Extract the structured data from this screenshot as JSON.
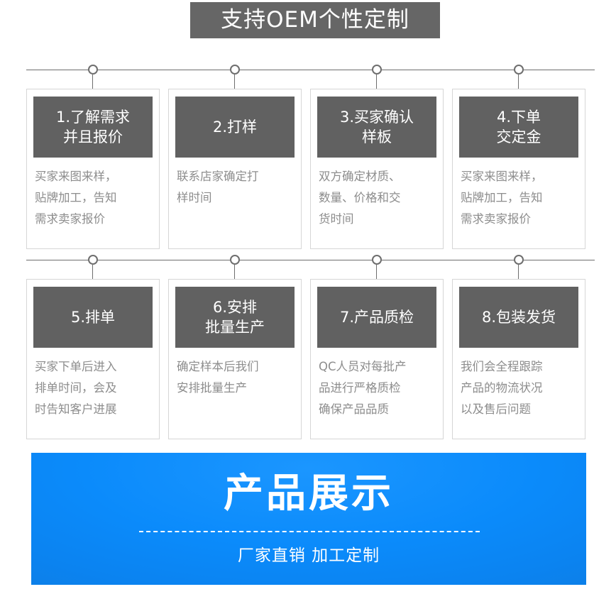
{
  "header": {
    "banner_title": "支持OEM个性定制",
    "banner_bg": "#666666",
    "banner_text_color": "#ffffff"
  },
  "flow": {
    "line_color": "#6e6e6e",
    "card_head_bg": "#616161",
    "card_border": "#d6d6d6",
    "card_body_text_color": "#8d8d8d",
    "rows": [
      {
        "steps": [
          {
            "number": "1",
            "title": "1.了解需求\n并且报价",
            "body": "买家来图来样，\n贴牌加工，告知\n需求卖家报价"
          },
          {
            "number": "2",
            "title": "2.打样",
            "body": "联系店家确定打\n样时间"
          },
          {
            "number": "3",
            "title": "3.买家确认\n样板",
            "body": "双方确定材质、\n数量、价格和交\n货时间"
          },
          {
            "number": "4",
            "title": "4.下单\n交定金",
            "body": "买家来图来样，\n贴牌加工，告知\n需求卖家报价"
          }
        ]
      },
      {
        "steps": [
          {
            "number": "5",
            "title": "5.排单",
            "body": "买家下单后进入\n排单时间，会及\n时告知客户进展"
          },
          {
            "number": "6",
            "title": "6.安排\n批量生产",
            "body": "确定样本后我们\n安排批量生产"
          },
          {
            "number": "7",
            "title": "7.产品质检",
            "body": "QC人员对每批产\n品进行严格质检\n确保产品品质"
          },
          {
            "number": "8",
            "title": "8.包装发货",
            "body": "我们会全程跟踪\n产品的物流状况\n以及售后问题"
          }
        ]
      }
    ]
  },
  "product_banner": {
    "title": "产品展示",
    "subtitle": "厂家直销  加工定制",
    "bg_color": "#0b8bfb",
    "text_color": "#ffffff"
  }
}
